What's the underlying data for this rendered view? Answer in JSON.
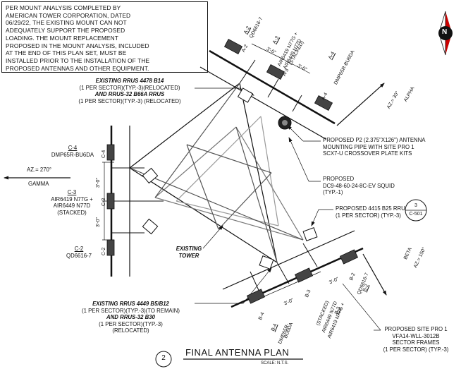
{
  "general_note": {
    "lines": [
      "PER MOUNT ANALYSIS COMPLETED BY",
      "AMERICAN TOWER CORPORATION, DATED",
      "06/29/22, THE EXISTING MOUNT CAN NOT",
      "ADEQUATELY SUPPORT THE PROPOSED",
      "LOADING. THE MOUNT REPLACEMENT",
      "PROPOSED IN THE MOUNT ANALYSIS, INCLUDED",
      "AT THE END OF THIS PLAN SET, MUST BE",
      "INSTALLED PRIOR TO THE INSTALLATION OF THE",
      "PROPOSED ANTENNAS AND OTHER EQUIPMENT."
    ]
  },
  "north_arrow": {
    "letter": "N"
  },
  "callouts": {
    "rrus_existing_1": {
      "line1": "EXISTING RRUS 4478 B14",
      "line2": "(1 PER SECTOR)(TYP.-3)(RELOCATED)",
      "line3": "AND RRUS-32 B66A RRUS",
      "line4": "(1 PER SECTOR)(TYP.-3) (RELOCATED)"
    },
    "pipe": {
      "line1": "PROPOSED P2 (2.375\"X126\") ANTENNA",
      "line2": "MOUNTING PIPE WITH SITE PRO 1",
      "line3": "SCX7-U CROSSOVER PLATE KITS"
    },
    "squid": {
      "line1": "PROPOSED",
      "line2": "DC9-48-60-24-8C-EV SQUID",
      "line3": "(TYP.-1)"
    },
    "rru_4415": {
      "line1": "PROPOSED 4415 B25 RRU",
      "line2": "(1 PER SECTOR) (TYP.-3)"
    },
    "tower": {
      "line1": "EXISTING",
      "line2": "TOWER"
    },
    "rrus_existing_2": {
      "line1": "EXISTING RRUS 4449 B5/B12",
      "line2": "(1 PER SECTOR)(TYP.-3)(TO REMAIN)",
      "line3": "AND RRUS-32 B30",
      "line4": "(1 PER SECTOR)(TYP.-3)",
      "line5": "(RELOCATED)"
    },
    "sector_frames": {
      "line1": "PROPOSED SITE PRO 1",
      "line2": "VFA14-WLL-3012B",
      "line3": "SECTOR FRAMES",
      "line4": "(1 PER SECTOR) (TYP.-3)"
    }
  },
  "section_tag": {
    "number": "3",
    "sheet": "C-501"
  },
  "gamma": {
    "azimuth": "AZ.= 270°",
    "name": "GAMMA",
    "c4_tag": "C-4",
    "c4_model": "DMP65R-BU6DA",
    "c3_tag": "C-3",
    "c3_model_1": "AIR6419 N77G +",
    "c3_model_2": "AIR6449 N77D",
    "c3_model_3": "(STACKED)",
    "c2_tag": "C-2",
    "c2_model": "QD6616-7",
    "dim1": "3'-0\"",
    "dim2": "3'-0\"",
    "pos_c4": "C-4",
    "pos_c3": "C-3",
    "pos_c2": "C-2"
  },
  "alpha": {
    "azimuth": "AZ.= 30°",
    "name": "ALPHA",
    "a2_tag": "A-2",
    "a2_model": "QD6616-7",
    "a3_tag": "A-3",
    "a3_model_1": "AIR6419 N77G +",
    "a3_model_2": "AIR6449 N77D",
    "a3_model_3": "(STACKED)",
    "a4_tag": "A-4",
    "a4_model": "DMP65R-BU6DA",
    "dim1": "3'-0\"",
    "dim2": "3'-0\"",
    "pos_a2": "A-2",
    "pos_a3": "A-3",
    "pos_a4": "A-4"
  },
  "beta": {
    "azimuth": "AZ.= 150°",
    "name": "BETA",
    "b2_tag": "B-2",
    "b2_model": "QD6616-7",
    "b3_tag": "B-3",
    "b3_model_1": "AIR6419 N77G +",
    "b3_model_2": "AIR6449 N77D",
    "b3_model_3": "(STACKED)",
    "b4_tag": "B-4",
    "b4_model_1": "DMP65R-",
    "b4_model_2": "BU6DA",
    "dim1": "3'-0\"",
    "dim2": "3'-0\"",
    "pos_b2": "B-2",
    "pos_b3": "B-3",
    "pos_b4": "B-4"
  },
  "title_block": {
    "number": "2",
    "title": "FINAL ANTENNA PLAN",
    "scale": "SCALE: N.T.S."
  }
}
